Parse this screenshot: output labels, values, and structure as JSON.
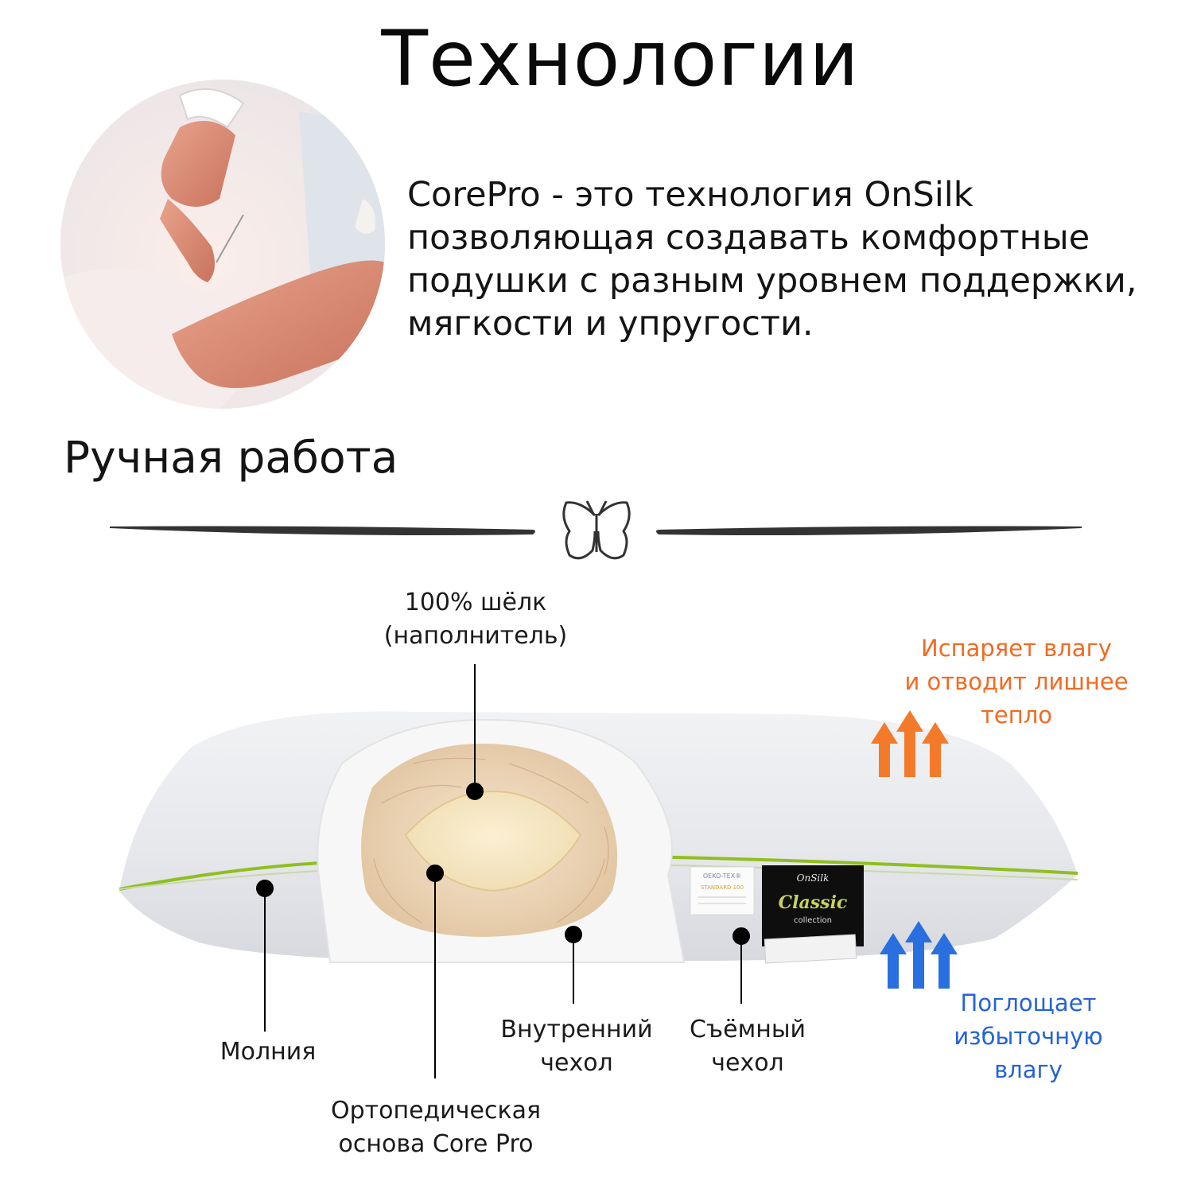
{
  "header": {
    "title": "Технологии"
  },
  "intro": {
    "lines": [
      "CorePro - это технология  OnSilk",
      "позволяющая создавать комфортные",
      "подушки с разным уровнем поддержки,",
      "мягкости и упругости."
    ]
  },
  "photo_section": {
    "caption": "Ручная работа",
    "image_icon": "hands-sewing-photo"
  },
  "divider": {
    "icon": "butterfly-icon"
  },
  "diagram": {
    "callouts": {
      "silk": {
        "line1": "100% шёлк",
        "line2": "(наполнитель)"
      },
      "zipper": {
        "line1": "Молния"
      },
      "core": {
        "line1": "Ортопедическая",
        "line2": "основа Core Pro"
      },
      "inner_cover": {
        "line1": "Внутренний",
        "line2": "чехол"
      },
      "outer_cover": {
        "line1": "Съёмный",
        "line2": "чехол"
      }
    },
    "notes": {
      "evaporate": {
        "line1": "Испаряет влагу",
        "line2": "и отводит лишнее",
        "line3": "тепло"
      },
      "absorb": {
        "line1": "Поглощает",
        "line2": "избыточную",
        "line3": "влагу"
      }
    },
    "label": {
      "brand": "OnSilk",
      "name": "Classic",
      "sub": "collection",
      "oeko_line1": "OEKO-TEX®",
      "oeko_line2": "STANDARD 100"
    }
  },
  "colors": {
    "evaporate": "#f26a21",
    "absorb": "#2463d6",
    "piping": "#8fbf1f",
    "text": "#141414"
  }
}
